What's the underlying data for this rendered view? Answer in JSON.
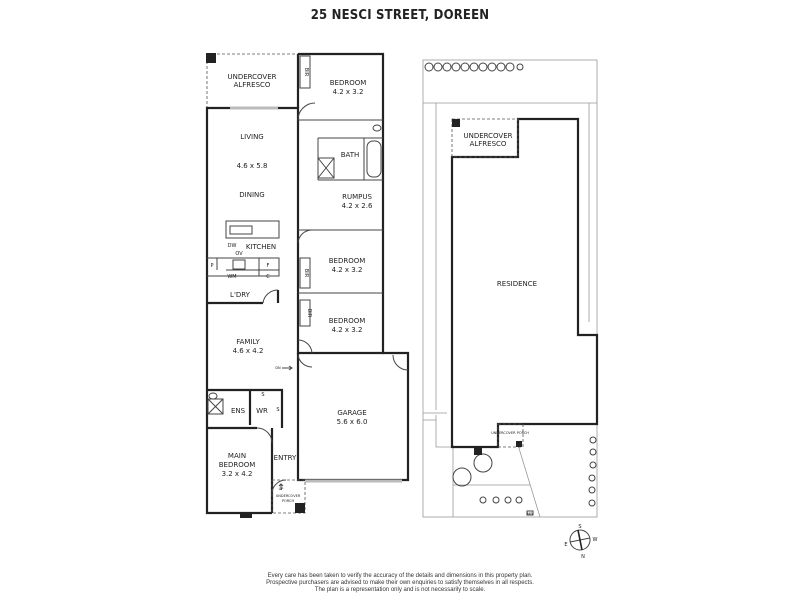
{
  "title": "25 NESCI STREET, DOREEN",
  "floor_plan": {
    "rooms": {
      "alfresco": [
        "UNDERCOVER",
        "ALFRESCO"
      ],
      "bedroom1": {
        "name": "BEDROOM",
        "size": "4.2 x 3.2"
      },
      "living": "LIVING",
      "living_size": "4.6 x 5.8",
      "dining": "DINING",
      "bath": "BATH",
      "rumpus": {
        "name": "RUMPUS",
        "size": "4.2 x 2.6"
      },
      "kitchen": "KITCHEN",
      "bedroom2": {
        "name": "BEDROOM",
        "size": "4.2 x 3.2"
      },
      "laundry": "L'DRY",
      "bedroom3": {
        "name": "BEDROOM",
        "size": "4.2 x 3.2"
      },
      "family": {
        "name": "FAMILY",
        "size": "4.6 x 4.2"
      },
      "garage": {
        "name": "GARAGE",
        "size": "5.6 x 6.0"
      },
      "ensuite": "ENS",
      "wr": "WR",
      "main_bedroom": {
        "name1": "MAIN",
        "name2": "BEDROOM",
        "size": "3.2 x 4.2"
      },
      "entry": "ENTRY",
      "porch": [
        "UNDERCOVER",
        "PORCH"
      ]
    },
    "fixtures": {
      "bir": "BIR",
      "dw": "DW",
      "ov": "OV",
      "p": "P",
      "f": "F",
      "wm": "WM",
      "c": "C",
      "s": "S",
      "dn": "DN",
      "up": "UP"
    }
  },
  "site_plan": {
    "residence": "RESIDENCE",
    "alfresco": [
      "UNDERCOVER",
      "ALFRESCO"
    ],
    "porch": "UNDERCOVER PORCH",
    "mailbox": "MB"
  },
  "compass": {
    "n": "N",
    "s": "S",
    "e": "E",
    "w": "W"
  },
  "disclaimer": [
    "Every care has been taken to verify the accuracy of the details and dimensions in this property plan.",
    "Prospective purchasers are advised to make their own enquiries to satisfy themselves in all respects.",
    "The plan is a representation only and is not necessarily to scale."
  ]
}
